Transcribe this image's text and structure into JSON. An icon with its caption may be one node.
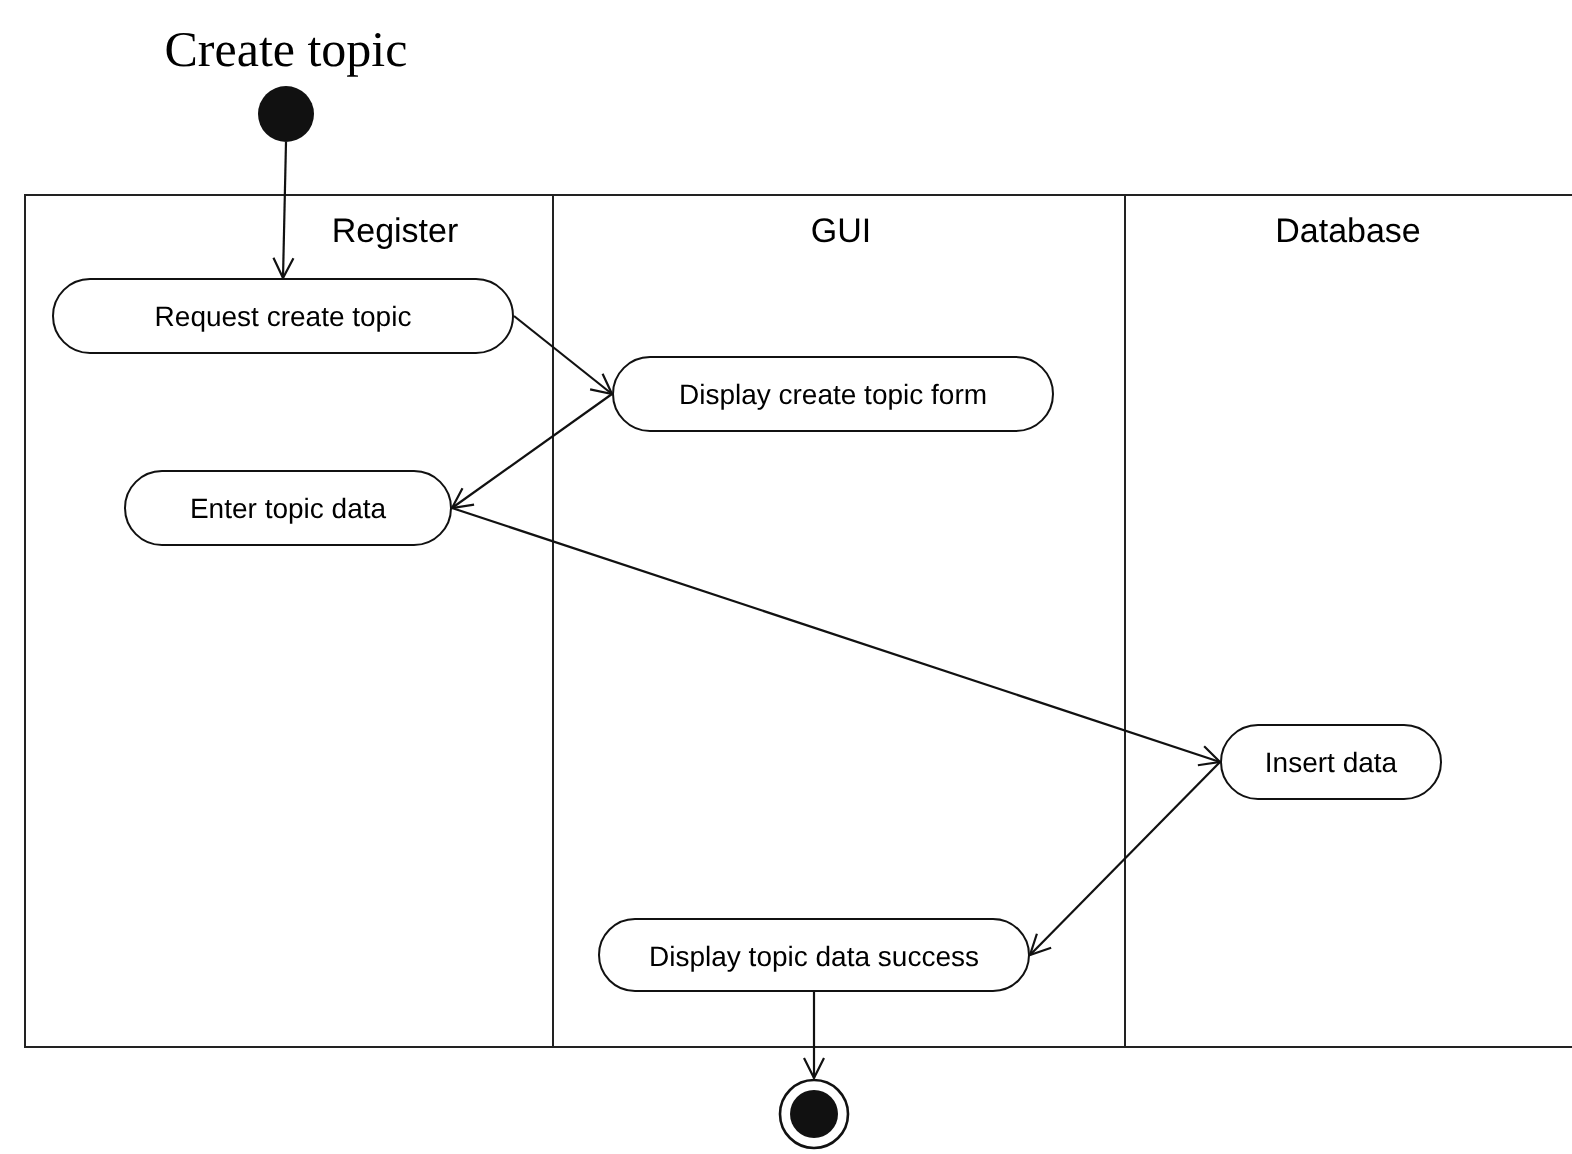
{
  "diagram": {
    "title": "Create topic",
    "nodes": [
      {
        "text": [
          "Register"
        ]
      },
      {
        "text": [
          "GUI"
        ]
      },
      {
        "text": [
          "Database"
        ]
      },
      {
        "text": [],
        "shape": "circle"
      },
      {
        "text": [
          "Request create topic"
        ],
        "in": 0
      },
      {
        "text": [
          "Display create topic form"
        ],
        "in": 1
      },
      {
        "text": [
          "Enter topic data"
        ],
        "in": 0
      },
      {
        "text": [
          "Insert data"
        ],
        "in": 2
      },
      {
        "text": [
          "Display topic data success"
        ],
        "in": 1
      },
      {
        "text": [],
        "shape": "circle"
      }
    ],
    "edges": [
      {
        "from": 3,
        "to": 4,
        "arrow": "to"
      },
      {
        "from": 4,
        "to": 5,
        "arrow": "to"
      },
      {
        "from": 5,
        "to": 6,
        "arrow": "to"
      },
      {
        "from": 6,
        "to": 7,
        "arrow": "to"
      },
      {
        "from": 7,
        "to": 8,
        "arrow": "to"
      },
      {
        "from": 8,
        "to": 9,
        "arrow": "to"
      }
    ]
  }
}
